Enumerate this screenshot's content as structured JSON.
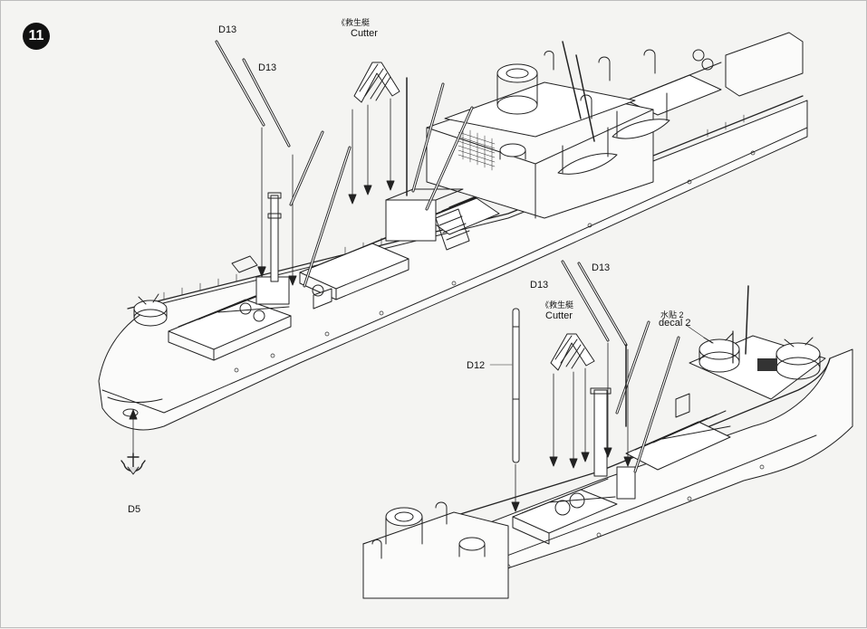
{
  "step": {
    "number": "11"
  },
  "labels": {
    "d13_a": "D13",
    "d13_b": "D13",
    "cutter_cn_1": "《救生艇",
    "cutter_1": "Cutter",
    "d5": "D5",
    "d13_c": "D13",
    "d13_d": "D13",
    "cutter_cn_2": "《救生艇",
    "cutter_2": "Cutter",
    "decal_cn": "水贴 2",
    "decal": "decal 2",
    "d12": "D12"
  }
}
